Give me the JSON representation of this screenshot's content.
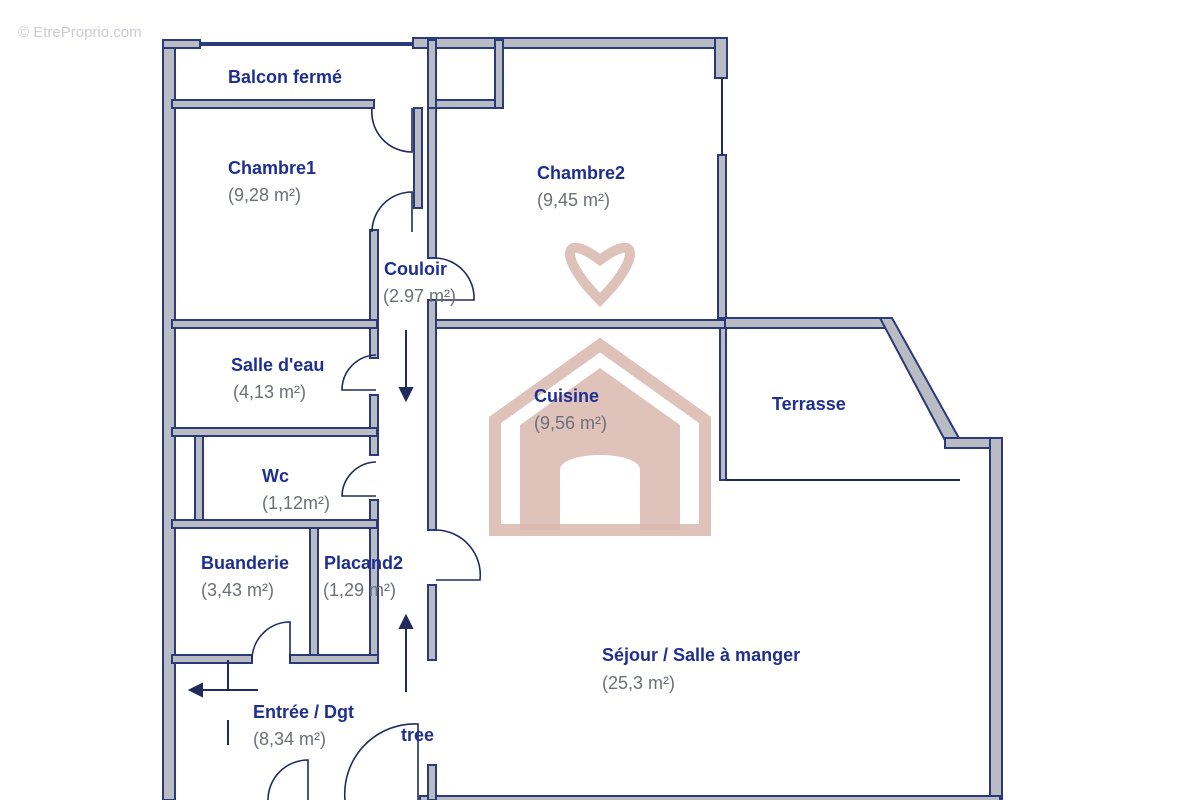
{
  "watermark": "© EtreProprio.com",
  "rooms": {
    "balcon": {
      "name": "Balcon fermé"
    },
    "chambre1": {
      "name": "Chambre1",
      "area": "(9,28 m²)"
    },
    "chambre2": {
      "name": "Chambre2",
      "area": "(9,45 m²)"
    },
    "couloir": {
      "name": "Couloir",
      "area": "(2.97 m²)"
    },
    "salle_deau": {
      "name": "Salle d'eau",
      "area": "(4,13 m²)"
    },
    "cuisine": {
      "name": "Cuisine",
      "area": "(9,56 m²)"
    },
    "terrasse": {
      "name": "Terrasse"
    },
    "wc": {
      "name": "Wc",
      "area": "(1,12m²)"
    },
    "buanderie": {
      "name": "Buanderie",
      "area": "(3,43 m²)"
    },
    "placard2": {
      "name": "Placand2",
      "area": "(1,29 m²)"
    },
    "sejour": {
      "name": "Séjour / Salle à manger",
      "area": "(25,3 m²)"
    },
    "entree": {
      "name": "Entrée / Dgt",
      "area": "(8,34 m²)"
    },
    "entree_door": {
      "name": "tree"
    }
  },
  "colors": {
    "walls": "#b9bcc2",
    "wall_outline": "#2b3a7a",
    "labels": "#1f2f8f",
    "areas": "#6b6f78",
    "logo": "#d9b7ad"
  }
}
